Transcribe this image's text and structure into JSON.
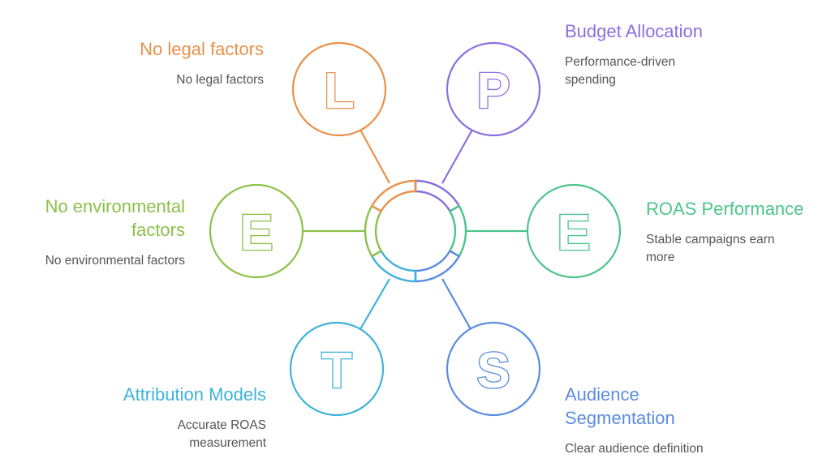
{
  "diagram": {
    "type": "PESTEL radial diagram",
    "colors": {
      "legal": "#E8914A",
      "political": "#8A6FE0",
      "economic": "#4CC48C",
      "social": "#5B8CE0",
      "technological": "#3FB2DB",
      "environmental": "#8DC04A"
    },
    "nodes": [
      {
        "key": "legal",
        "letter": "L",
        "title": "No legal factors",
        "description": "No legal factors",
        "icon": "letter-l-icon"
      },
      {
        "key": "political",
        "letter": "P",
        "title": "Budget Allocation",
        "description": "Performance-driven spending",
        "icon": "letter-p-icon"
      },
      {
        "key": "economic",
        "letter": "E",
        "title": "ROAS Performance",
        "description": "Stable campaigns earn more",
        "icon": "letter-e-icon"
      },
      {
        "key": "social",
        "letter": "S",
        "title": "Audience Segmentation",
        "description": "Clear audience definition",
        "icon": "letter-s-icon"
      },
      {
        "key": "technological",
        "letter": "T",
        "title": "Attribution Models",
        "description": "Accurate ROAS measurement",
        "icon": "letter-t-icon"
      },
      {
        "key": "environmental",
        "letter": "E",
        "title": "No environmental factors",
        "description": "No environmental factors",
        "icon": "letter-e-icon"
      }
    ]
  },
  "labels": {
    "legal_title": "No legal factors",
    "legal_desc": "No legal factors",
    "political_title": "Budget Allocation",
    "political_desc_1": "Performance-driven",
    "political_desc_2": "spending",
    "economic_title": "ROAS Performance",
    "economic_desc_1": "Stable campaigns earn",
    "economic_desc_2": "more",
    "environmental_title_1": "No environmental",
    "environmental_title_2": "factors",
    "environmental_desc": "No environmental factors",
    "technological_title": "Attribution Models",
    "technological_desc_1": "Accurate ROAS",
    "technological_desc_2": "measurement",
    "social_title_1": "Audience",
    "social_title_2": "Segmentation",
    "social_desc": "Clear audience definition",
    "letters": {
      "L": "L",
      "P": "P",
      "E": "E",
      "T": "T",
      "S": "S"
    }
  }
}
